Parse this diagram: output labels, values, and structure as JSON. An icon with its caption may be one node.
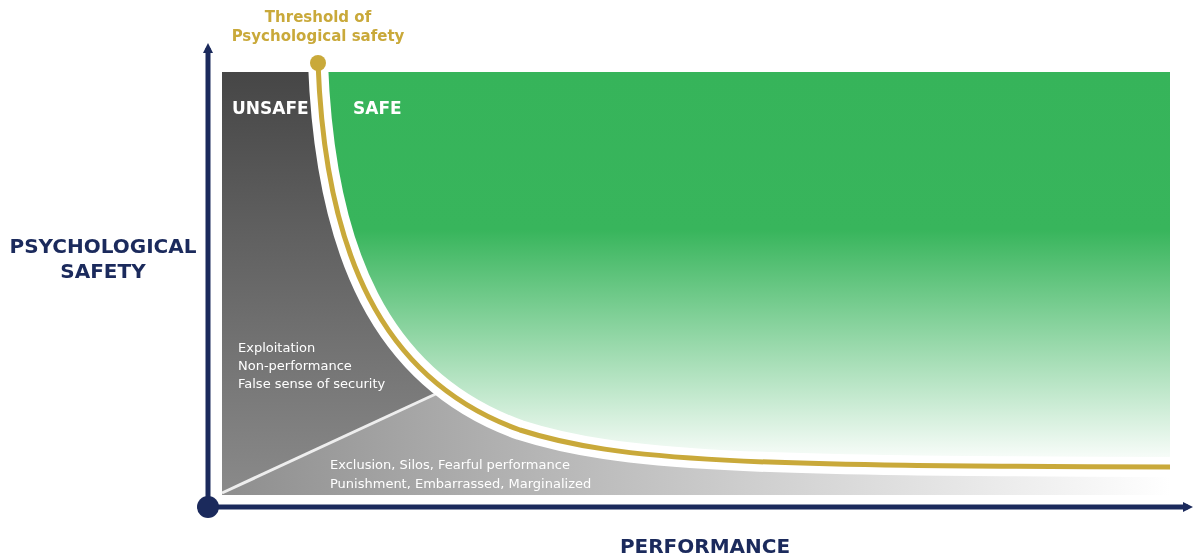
{
  "diagram": {
    "labels": [
      "Threshold of Psychological safety",
      "UNSAFE",
      "SAFE",
      "PSYCHOLOGICAL SAFETY",
      "Exploitation",
      "Non-performance",
      "False sense of security",
      "Exclusion, Silos, Fearful performance",
      "Punishment, Embarrassed, Marginalized",
      "PERFORMANCE"
    ]
  }
}
